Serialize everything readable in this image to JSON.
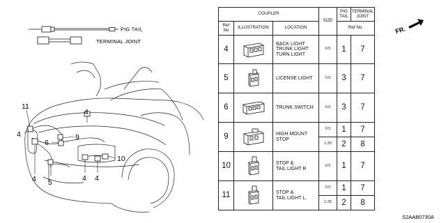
{
  "legend": {
    "pig_tail": "PIG TAIL",
    "terminal_joint": "TERMINAL JOINT"
  },
  "callouts": [
    "11",
    "4",
    "4",
    "9",
    "6",
    "4",
    "5",
    "4",
    "4",
    "10"
  ],
  "direction_label": "FR.",
  "part_code": "S2AAB0730A",
  "table": {
    "header_coupler": "COUPLER",
    "header_ref": "Ref\nNo",
    "header_illustration": "ILLUSTRATION",
    "header_location": "LOCATION",
    "header_size": "SIZE",
    "header_pig_tail": "PIG\nTAIL",
    "header_terminal_joint": "TERMINAL\nJOINT",
    "header_ref_no": "Ref No.",
    "rows": [
      {
        "ref": "4",
        "location": "BACK LIGHT\nTRUNK LIGHT\nTURN LIGHT",
        "sub": [
          {
            "size": "0.5",
            "pig": "1",
            "tj": "7"
          }
        ]
      },
      {
        "ref": "5",
        "location": "LICENSE LIGHT",
        "sub": [
          {
            "size": "0.5",
            "pig": "3",
            "tj": "7"
          }
        ]
      },
      {
        "ref": "6",
        "location": "TRUNK SWITCH",
        "sub": [
          {
            "size": "0.5",
            "pig": "3",
            "tj": "7"
          }
        ]
      },
      {
        "ref": "9",
        "location": "HIGH MOUNT\nSTOP",
        "sub": [
          {
            "size": "0.5",
            "pig": "1",
            "tj": "7"
          },
          {
            "size": "1.25",
            "pig": "2",
            "tj": "8"
          }
        ]
      },
      {
        "ref": "10",
        "location": "STOP &\nTAIL LIGHT R",
        "sub": [
          {
            "size": "0.5",
            "pig": "1",
            "tj": "7"
          }
        ]
      },
      {
        "ref": "11",
        "location": "STOP &\nTAIL LIGHT L.",
        "sub": [
          {
            "size": "0.5",
            "pig": "1",
            "tj": "7"
          },
          {
            "size": "1.25",
            "pig": "2",
            "tj": "8"
          }
        ]
      }
    ]
  }
}
